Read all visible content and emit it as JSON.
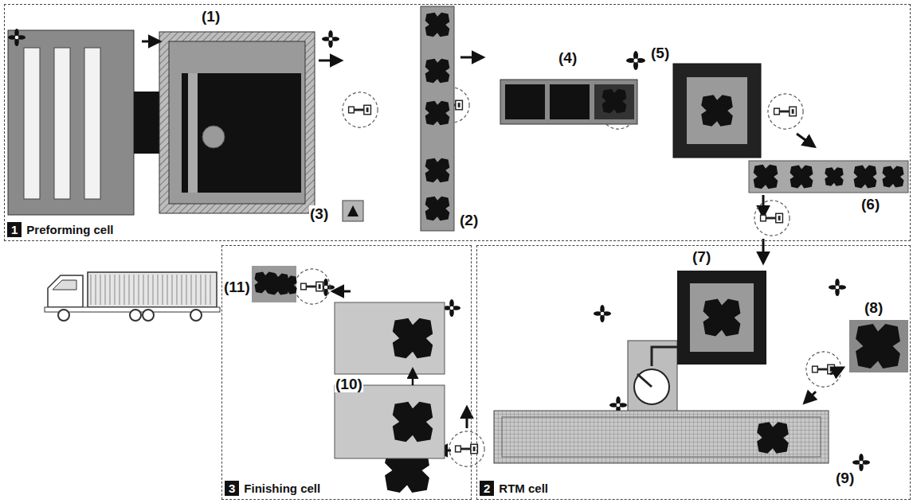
{
  "diagram": {
    "nodes": [
      {
        "text": [
          "1",
          "Preforming cell"
        ]
      },
      {
        "text": [
          "3",
          "Finishing cell"
        ]
      },
      {
        "text": [
          "2",
          "RTM cell"
        ]
      }
    ],
    "labels": [
      "(1)",
      "(2)",
      "(3)",
      "(4)",
      "(5)",
      "(6)",
      "(7)",
      "(8)",
      "(9)",
      "(10)",
      "(11)"
    ]
  }
}
